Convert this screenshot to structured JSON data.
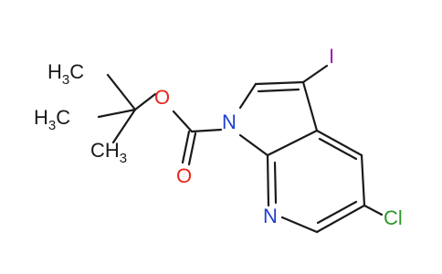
{
  "structure": {
    "atoms": {
      "methyl_top": [
        "H",
        "3",
        "C"
      ],
      "methyl_mid": [
        "H",
        "3",
        "C"
      ],
      "methyl_bot": [
        "C",
        "H",
        "3"
      ],
      "ester_oxygen": "O",
      "carbonyl_oxygen": "O",
      "ring_nitrogen_1": "N",
      "pyridine_nitrogen": "N",
      "iodine": "I",
      "chlorine": "Cl"
    },
    "colors": {
      "bonds": "#1a1a1a",
      "carbon_hydrogen": "#1a1a1a",
      "oxygen": "#e8251d",
      "nitrogen": "#1f3fcf",
      "iodine": "#9b1fb0",
      "chlorine": "#2a9a2a"
    }
  }
}
